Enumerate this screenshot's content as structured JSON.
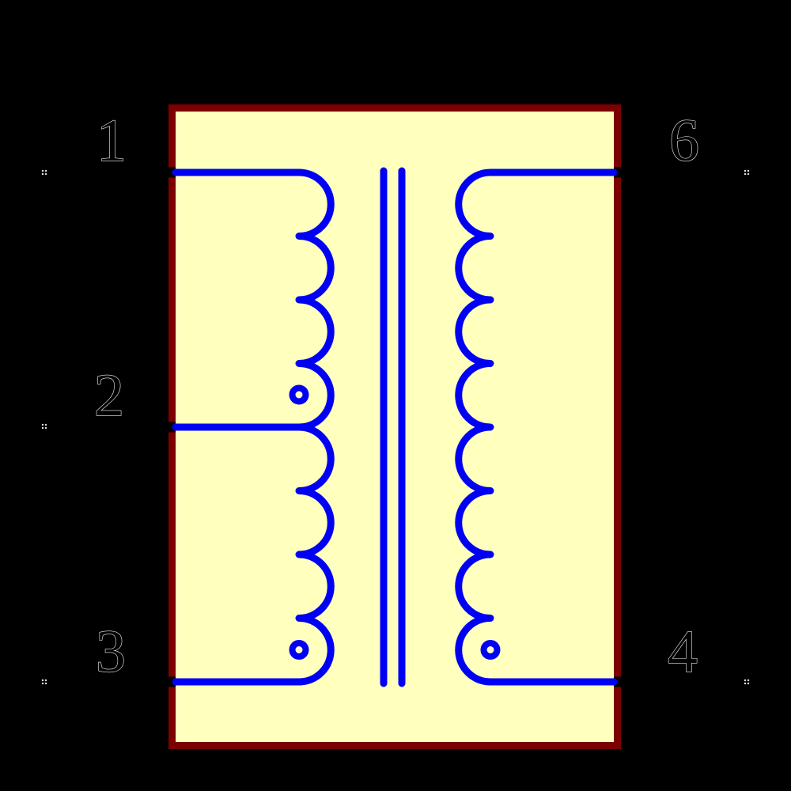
{
  "app": {
    "view": "schematic symbol canvas"
  },
  "colors": {
    "canvas_background": "#000000",
    "body_fill": "#FFFFBE",
    "body_border": "#7C0000",
    "winding_blue": "#0000F5",
    "pin_number_outline": "#EDEDED",
    "pin_marker": "#D9D9D9"
  },
  "symbol": {
    "kind": "transformer",
    "pins": [
      {
        "label": "1",
        "side": "left",
        "row": "top"
      },
      {
        "label": "2",
        "side": "left",
        "row": "middle"
      },
      {
        "label": "3",
        "side": "left",
        "row": "bottom"
      },
      {
        "label": "6",
        "side": "right",
        "row": "top"
      },
      {
        "label": "4",
        "side": "right",
        "row": "bottom"
      }
    ],
    "features": {
      "left_upper_winding_arcs": 4,
      "left_lower_winding_arcs": 4,
      "right_winding_arcs": 8,
      "core_lines": 2,
      "polarity_dots": 3,
      "pin_endpoint_markers": 5
    }
  }
}
